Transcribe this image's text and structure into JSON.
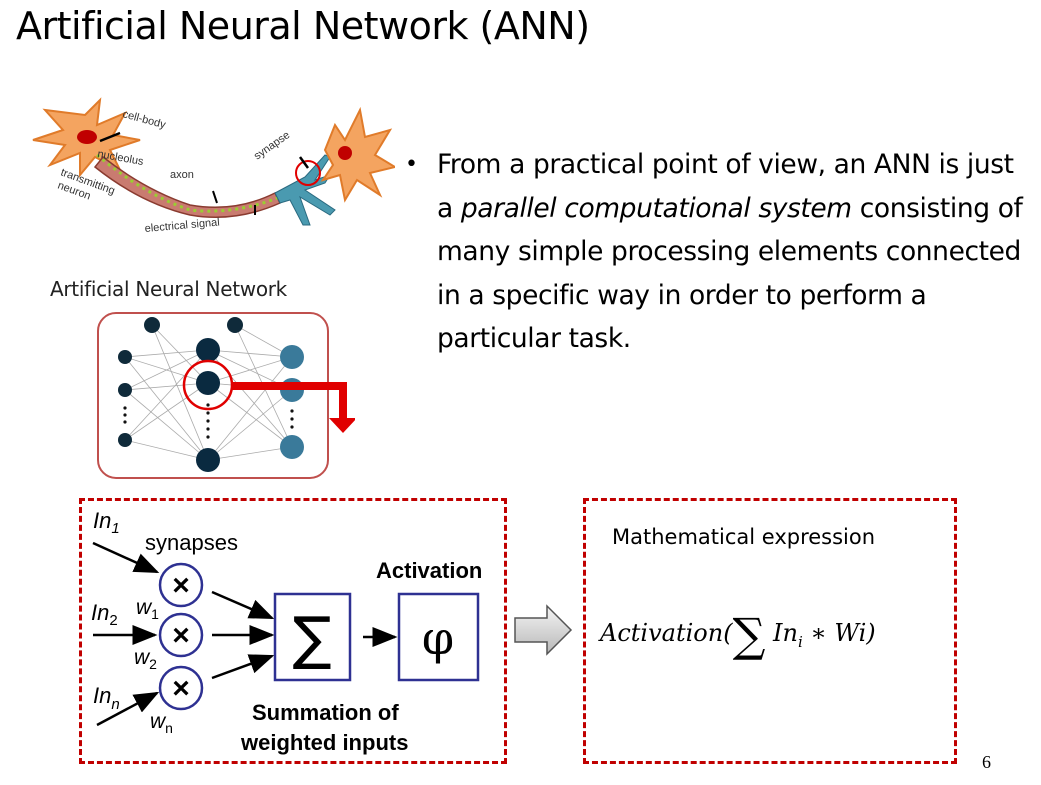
{
  "slide": {
    "title": "Artificial Neural Network (ANN)",
    "page_number": "6"
  },
  "bullet": {
    "marker": "•",
    "text_before": "From a practical point of view, an ANN is just a ",
    "text_italic": "parallel computational system",
    "text_after": " consisting of many simple processing elements connected in a specific way in order to perform a particular task."
  },
  "neuron_image": {
    "labels": {
      "cell_body": "cell-body",
      "nucleolus": "nucleolus",
      "axon": "axon",
      "synapse": "synapse",
      "transmitting_1": "transmitting",
      "transmitting_2": "neuron",
      "signal": "electrical signal"
    }
  },
  "ann_image": {
    "label": "Artificial Neural Network",
    "colors": {
      "frame": "#c0504d",
      "node_dark": "#0f2a3a",
      "node_out": "#3a7a9a",
      "highlight": "#e00000"
    }
  },
  "diagram": {
    "inputs": [
      {
        "base": "In",
        "sub": "1"
      },
      {
        "base": "In",
        "sub": "2"
      },
      {
        "base": "In",
        "sub": "n"
      }
    ],
    "weights": [
      {
        "base": "w",
        "sub": "1"
      },
      {
        "base": "w",
        "sub": "2"
      },
      {
        "base": "w",
        "sub": "n"
      }
    ],
    "synapses_label": "synapses",
    "multiply_symbol": "×",
    "sum_symbol": "∑",
    "activation_symbol": "φ",
    "activation_label": "Activation",
    "summation_label_1": "Summation of",
    "summation_label_2": "weighted inputs",
    "colors": {
      "border": "#c00000",
      "block": "#2e3192"
    }
  },
  "math": {
    "title": "Mathematical expression",
    "func": "Activation(",
    "sigma": "∑",
    "term": "In",
    "sub": "i",
    "rest": " ∗ Wi)"
  }
}
